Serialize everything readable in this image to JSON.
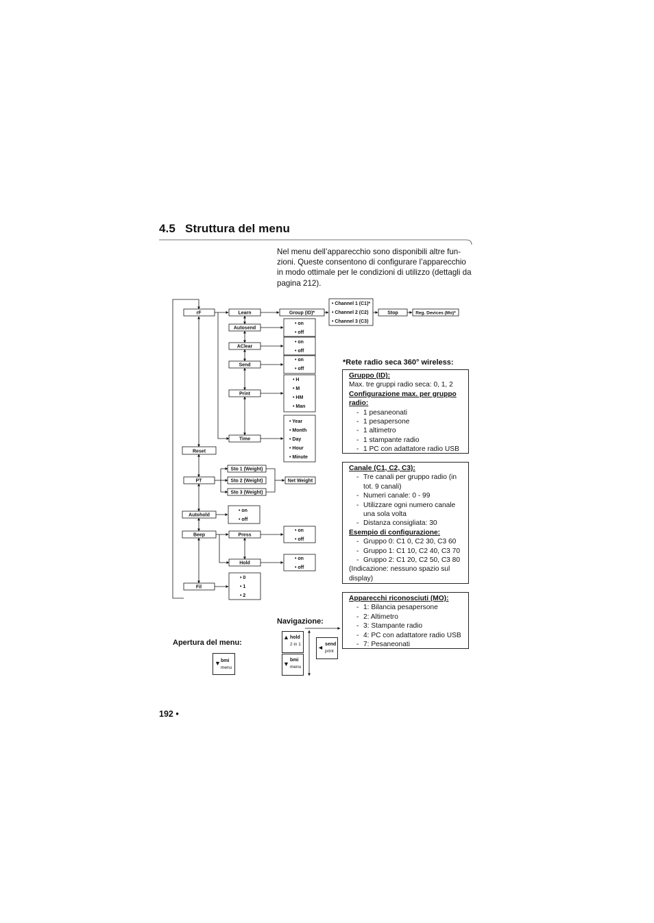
{
  "heading": {
    "number": "4.5",
    "title": "Struttura del menu"
  },
  "intro": "Nel menu dell’apparecchio sono disponibili altre fun-zioni. Queste consentono di configurare l’apparecchio in modo ottimale per le condizioni di utilizzo (dettagli da pagina 212).",
  "intro_lines": [
    "Nel menu dell’apparecchio sono disponibili altre fun-",
    "zioni. Queste consentono di configurare l’apparecchio",
    "in modo ottimale per le condizioni di utilizzo (dettagli da",
    "pagina 212)."
  ],
  "menu": {
    "main": [
      "rF",
      "Reset",
      "PT",
      "Autohold",
      "Beep",
      "Fil"
    ],
    "rf_sub": [
      "Learn",
      "Autosend",
      "AClear",
      "Send",
      "Print",
      "Time"
    ],
    "learn_group": "Group (ID)*",
    "channels": [
      "• Channel 1 (C1)*",
      "• Channel 2 (C2)",
      "• Channel 3 (C3)"
    ],
    "stop": "Stop",
    "reg_devices": "Reg. Devices (Mo)*",
    "on_off": [
      "• on",
      "• off"
    ],
    "print_opts": [
      "• H",
      "• M",
      "• HM",
      "• Man"
    ],
    "time_opts": [
      "• Year",
      "• Month",
      "• Day",
      "• Hour",
      "• Minute"
    ],
    "pt_sub": [
      "Sto 1 (Weight)",
      "Sto 2 (Weight)",
      "Sto 3 (Weight)"
    ],
    "net_weight": "Net Weight",
    "beep_sub": [
      "Press",
      "Hold"
    ],
    "fil_opts": [
      "• 0",
      "• 1",
      "• 2"
    ]
  },
  "wireless_title": "*Rete radio seca 360° wireless:",
  "box_gruppo": {
    "title": "Gruppo (ID):",
    "line": "Max. tre gruppi radio seca: 0, 1, 2",
    "config_title": "Configurazione max. per gruppo radio:",
    "items": [
      "1 pesaneonati",
      "1 pesapersone",
      "1 altimetro",
      "1 stampante radio",
      "1 PC con adattatore radio USB"
    ]
  },
  "box_canale": {
    "title": "Canale (C1, C2, C3):",
    "items": [
      "Tre canali per gruppo radio (in tot. 9 canali)",
      "Numeri canale: 0 - 99",
      "Utilizzare ogni numero canale una sola volta",
      "Distanza consigliata: 30"
    ],
    "example_title": "Esempio di configurazione:",
    "example_items": [
      "Gruppo 0: C1 0, C2 30, C3 60",
      "Gruppo 1: C1 10, C2 40, C3 70",
      "Gruppo 2: C1 20, C2 50, C3 80"
    ],
    "note": "(Indicazione: nessuno spazio sul display)"
  },
  "box_apparecchi": {
    "title": "Apparecchi riconosciuti (MO):",
    "items": [
      "1: Bilancia pesapersone",
      "2: Altimetro",
      "3: Stampante radio",
      "4: PC con adattatore radio USB",
      "7: Pesaneonati"
    ]
  },
  "navigation_label": "Navigazione:",
  "open_menu_label": "Apertura del menu:",
  "keys": {
    "bmi_top": "bmi",
    "menu": "menu",
    "hold_top": "hold",
    "hold_bottom": "2 in 1",
    "send_top": "send",
    "print": "print"
  },
  "page_number": "192 •"
}
